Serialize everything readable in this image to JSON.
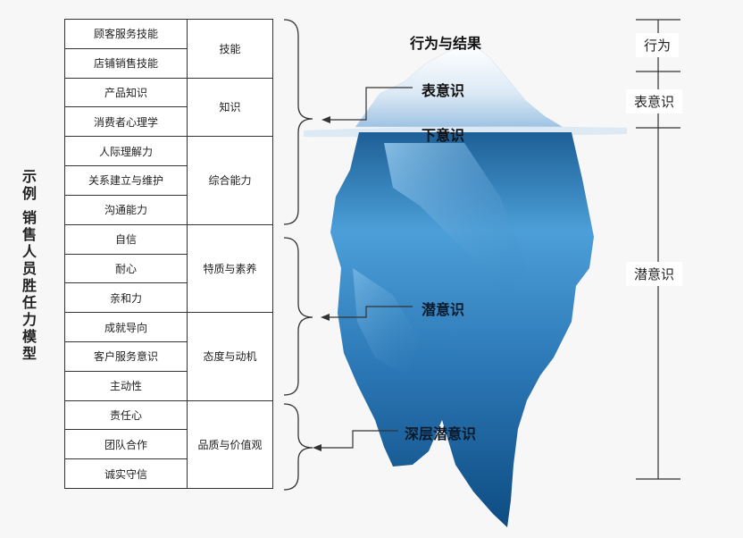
{
  "title": [
    "示",
    "例",
    "",
    "销",
    "售",
    "人",
    "员",
    "胜",
    "任",
    "力",
    "模",
    "型"
  ],
  "groups": [
    {
      "category": "技能",
      "skills": [
        "顾客服务技能",
        "店铺销售技能"
      ]
    },
    {
      "category": "知识",
      "skills": [
        "产品知识",
        "消费者心理学"
      ]
    },
    {
      "category": "综合能力",
      "skills": [
        "人际理解力",
        "关系建立与维护",
        "沟通能力"
      ]
    },
    {
      "category": "特质与素养",
      "skills": [
        "自信",
        "耐心",
        "亲和力"
      ]
    },
    {
      "category": "态度与动机",
      "skills": [
        "成就导向",
        "客户服务意识",
        "主动性"
      ]
    },
    {
      "category": "品质与价值观",
      "skills": [
        "责任心",
        "团队合作",
        "诚实守信"
      ]
    }
  ],
  "iceberg_labels": {
    "behavior": "行为与结果",
    "surface": "表意识",
    "subconscious_line": "下意识",
    "latent": "潜意识",
    "deep": "深层潜意识"
  },
  "scale": {
    "behavior": "行为",
    "surface": "表意识",
    "latent": "潜意识"
  },
  "colors": {
    "ice_light": "#eef5fb",
    "ice_mid": "#4d9bd6",
    "ice_dark": "#0f4f86",
    "line": "#333333"
  }
}
